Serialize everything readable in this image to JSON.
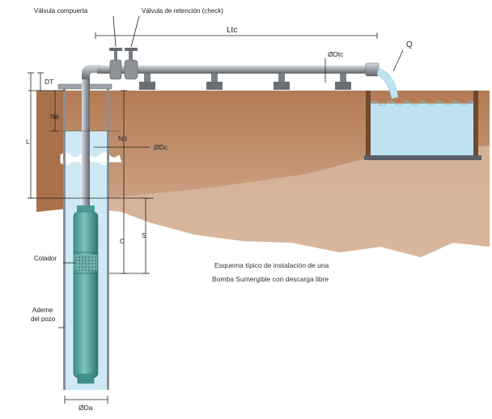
{
  "labels": {
    "valvula_compuerta": "Válvula compuerta",
    "valvula_retencion": "Válvula de retención (check)",
    "ltc": "Ltc",
    "q": "Q",
    "odtc": "ØDtc",
    "dt": "DT",
    "ne": "Ne",
    "l": "L",
    "nd": "Nd",
    "odc": "ØDc",
    "c": "C",
    "s": "S",
    "colador": "Colador",
    "ademe_line1": "Ademe",
    "ademe_line2": "del pozo",
    "oda": "ØDa"
  },
  "caption": {
    "line1": "Esquema típico de instalación de una",
    "line2": "Bomba Sumergible  con descarga libre"
  },
  "colors": {
    "soil": "#b98560",
    "soil_light": "#c89a78",
    "water": "#c9e7f3",
    "pump": "#5fa9a3",
    "pipe": "#8b9096",
    "tank_wall": "#6e4a2e"
  }
}
